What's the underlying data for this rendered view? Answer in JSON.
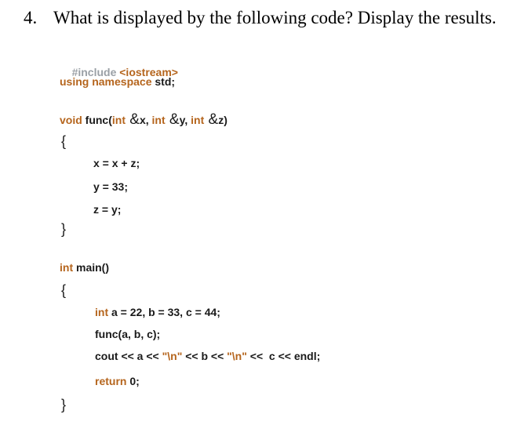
{
  "question": {
    "number": "4.",
    "text": "What is displayed by the following code? Display the results."
  },
  "code": {
    "include_directive": "#include",
    "include_header": "<iostream>",
    "using_kw": "using namespace",
    "using_rest": " std;",
    "func_ret": "void",
    "func_name": " func(",
    "p_int1": "int",
    "p_amp1": " &",
    "p_x": "x, ",
    "p_int2": "int",
    "p_amp2": " &",
    "p_y": "y, ",
    "p_int3": "int",
    "p_amp3": " &",
    "p_z": "z)",
    "open_brace_1": "{",
    "body_line_1": "x = x + z;",
    "body_line_2": "y = 33;",
    "body_line_3": "z = y;",
    "close_brace_1": "}",
    "main_int": "int",
    "main_rest": " main()",
    "open_brace_2": "{",
    "decl_int": "int",
    "decl_rest": " a = 22, b = 33, c = 44;",
    "call_line": "func(a, b, c);",
    "cout_a": "cout << a << ",
    "cout_str1": "\"\\n\"",
    "cout_b": " << b << ",
    "cout_str2": "\"\\n\"",
    "cout_c": " <<  c << endl;",
    "return_kw": "return",
    "return_rest": " 0;",
    "close_brace_2": "}"
  }
}
